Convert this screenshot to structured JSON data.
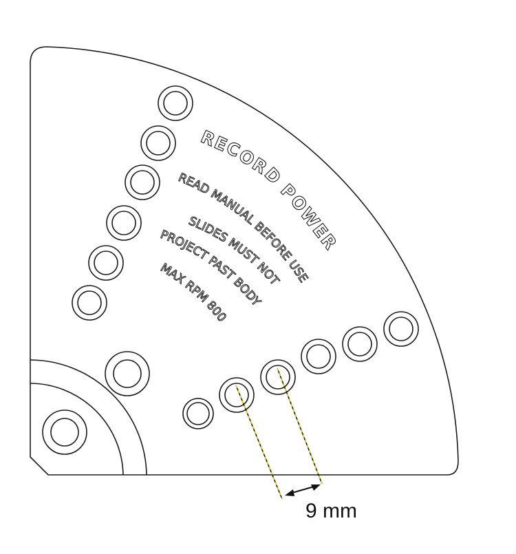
{
  "plate": {
    "brand": "RECORD POWER",
    "warning_lines": [
      "READ MANUAL BEFORE USE",
      "SLIDES MUST NOT",
      "PROJECT PAST BODY",
      "MAX RPM 800"
    ]
  },
  "dimension": {
    "label": "9 mm"
  },
  "colors": {
    "line": "#1a1a1a",
    "guide": "#c8b400",
    "background": "#ffffff"
  }
}
